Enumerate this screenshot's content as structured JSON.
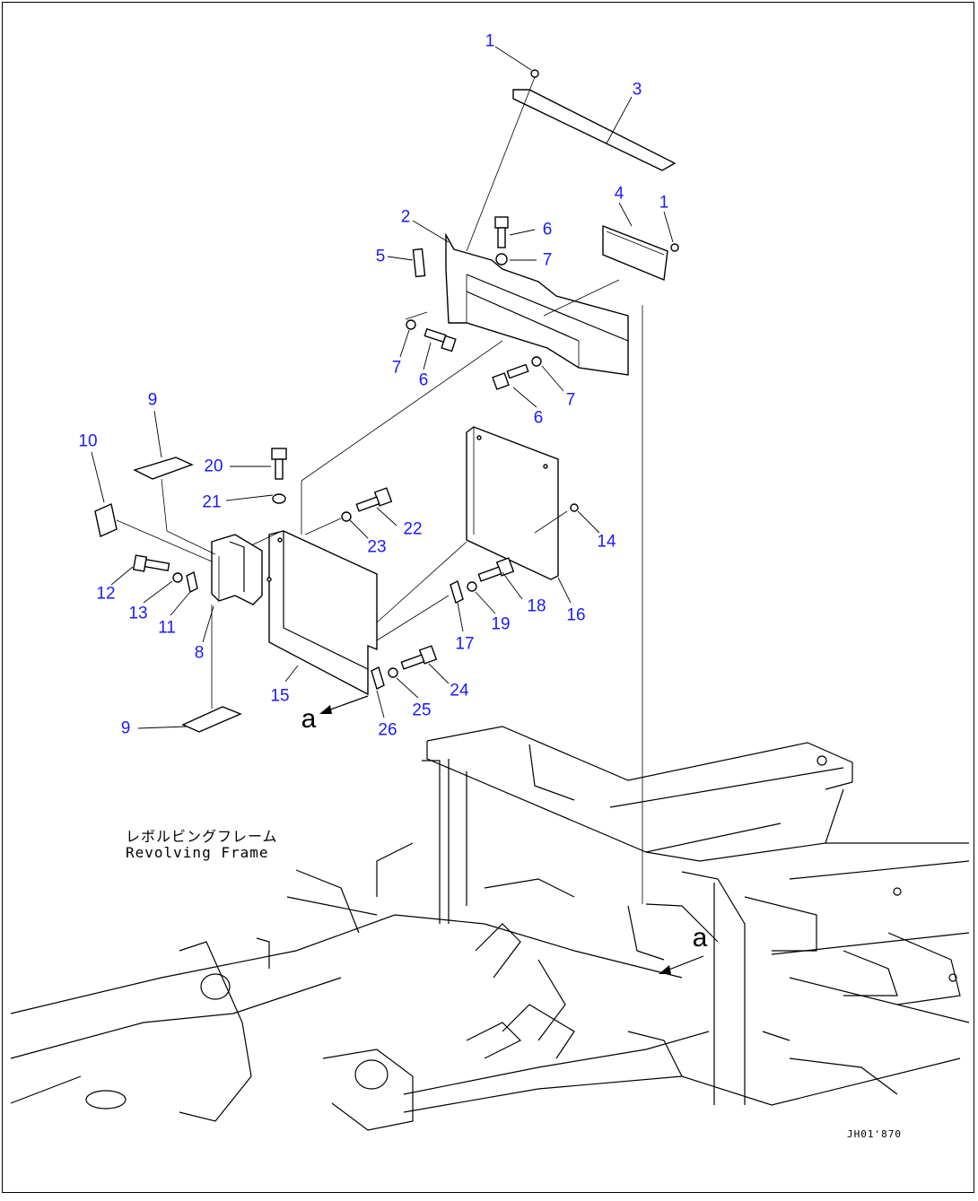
{
  "callouts": {
    "c1a": "1",
    "c3": "3",
    "c4": "4",
    "c1b": "1",
    "c2": "2",
    "c6a": "6",
    "c5": "5",
    "c7a": "7",
    "c7b": "7",
    "c6b": "6",
    "c6c": "6",
    "c7c": "7",
    "c9a": "9",
    "c10": "10",
    "c20": "20",
    "c21": "21",
    "c22": "22",
    "c23": "23",
    "c14": "14",
    "c12": "12",
    "c13": "13",
    "c11": "11",
    "c8": "8",
    "c18": "18",
    "c19": "19",
    "c16": "16",
    "c17": "17",
    "c15": "15",
    "c24": "24",
    "c25": "25",
    "c26": "26",
    "c9b": "9"
  },
  "view_marker": {
    "letter_a": "a",
    "letter_b": "a"
  },
  "frame_label": {
    "jp": "レボルビングフレーム",
    "en": "Revolving Frame"
  },
  "drawing_id": "JH01'870",
  "colors": {
    "callout": "#1a1aff",
    "lines": "#000000",
    "background": "#ffffff"
  }
}
